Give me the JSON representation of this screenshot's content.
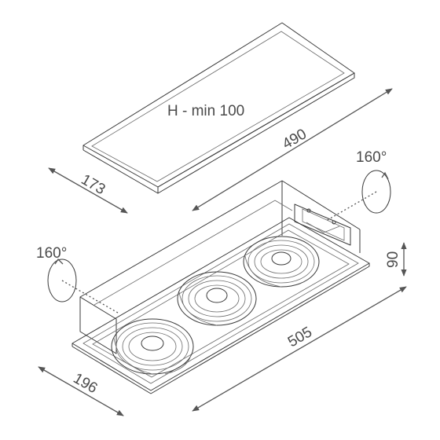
{
  "ceiling_cutout_label": "H - min 100",
  "dimensions": {
    "cutout_length": "490",
    "cutout_width": "173",
    "housing_length": "505",
    "housing_width": "196",
    "housing_height": "90"
  },
  "rotation": {
    "left": "160°",
    "right": "160°"
  },
  "colors": {
    "line": "#3a3a3a",
    "dimension": "#555555",
    "text": "#4a4a4a"
  }
}
